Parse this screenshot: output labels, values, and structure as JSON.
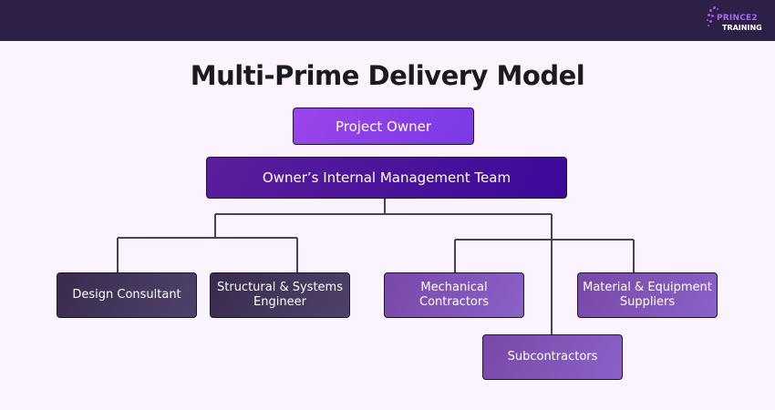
{
  "header": {
    "logo": {
      "line1": "PRINCE2",
      "line2": "TRAINING",
      "icon": "dotted-arc-logo-icon"
    }
  },
  "diagram": {
    "title": "Multi-Prime Delivery Model",
    "nodes": {
      "owner": "Project Owner",
      "management": "Owner’s Internal Management Team",
      "design_consultant": "Design Consultant",
      "structural_engineer": "Structural & Systems Engineer",
      "mechanical_contractors": "Mechanical Contractors",
      "subcontractors": "Subcontractors",
      "material_suppliers": "Material & Equipment Suppliers"
    },
    "edges": [
      [
        "management",
        "design_consultant"
      ],
      [
        "management",
        "structural_engineer"
      ],
      [
        "management",
        "mechanical_contractors"
      ],
      [
        "management",
        "material_suppliers"
      ],
      [
        "management",
        "subcontractors"
      ]
    ],
    "colors": {
      "topbar": "#2d1f45",
      "background": "#fbf4fe",
      "owner": "#8b40e8",
      "management": "#4a1499",
      "design_group": "#45375c",
      "contractor_group": "#8256bb",
      "connector": "#4a3f5c"
    }
  }
}
